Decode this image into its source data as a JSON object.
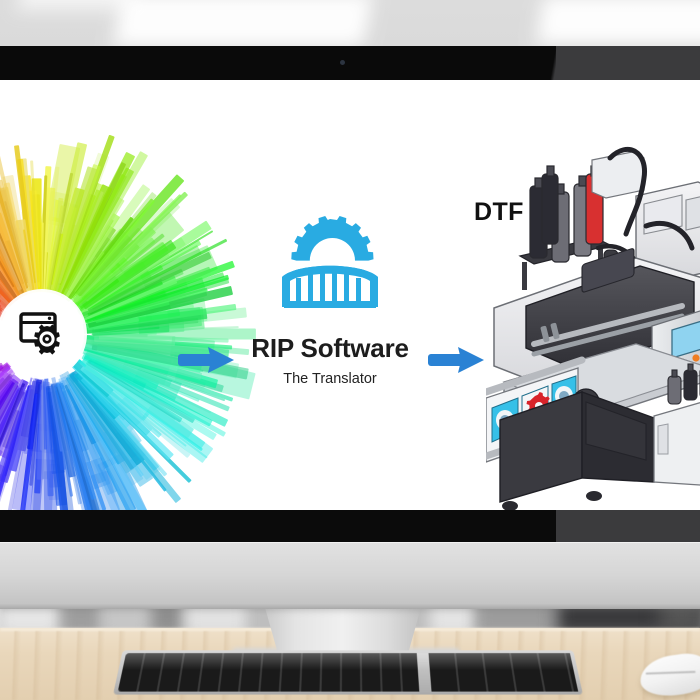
{
  "scene": {
    "type": "desktop-monitor-photo",
    "description": "All-in-one desktop monitor on a wooden desk showing a DTF printing workflow diagram"
  },
  "screen": {
    "background_color": "#ffffff",
    "accent_blue": "#2a82d4",
    "logo_blue": "#29abe2",
    "flow": {
      "steps": [
        {
          "id": "artwork",
          "type": "color-burst-icon",
          "icon": "design-file-settings-icon",
          "label": ""
        },
        {
          "id": "rip",
          "type": "logo-and-caption",
          "icon": "gear-bridge-icon",
          "title": "RIP Software",
          "subtitle": "The Translator"
        },
        {
          "id": "printer",
          "type": "illustration",
          "icon": "dtf-printer-icon",
          "label": "DTF"
        }
      ],
      "arrows": [
        {
          "id": "arrow-1",
          "direction": "right",
          "color": "#2a82d4"
        },
        {
          "id": "arrow-2",
          "direction": "right",
          "color": "#2a82d4"
        }
      ]
    },
    "color_burst": {
      "name": "cmyk-color-spectrum-burst",
      "hues": [
        "red",
        "orange",
        "yellow",
        "green",
        "cyan",
        "blue",
        "purple"
      ]
    },
    "printer": {
      "name": "dtf-printer",
      "ink_bottles": [
        "#2b2b33",
        "#6d6d75",
        "#7a7a82",
        "#2b2b33",
        "#d83030"
      ],
      "panel_screen_color": "#8fd3f0",
      "panel_button_color": "#ef7d22",
      "film_panel_color": "#36c0e8",
      "film_graphic_color": "#d8232a"
    }
  },
  "hardware": {
    "monitor": {
      "bezel_color": "#0a0a0a",
      "chin_color": "#d6d6d6"
    },
    "keyboard": {
      "name": "keyboard",
      "key_color": "#1c1c1c"
    },
    "mouse": {
      "name": "mouse",
      "color": "#fdfdfd"
    },
    "desk": {
      "name": "desk",
      "color": "#e9d7bb"
    }
  }
}
